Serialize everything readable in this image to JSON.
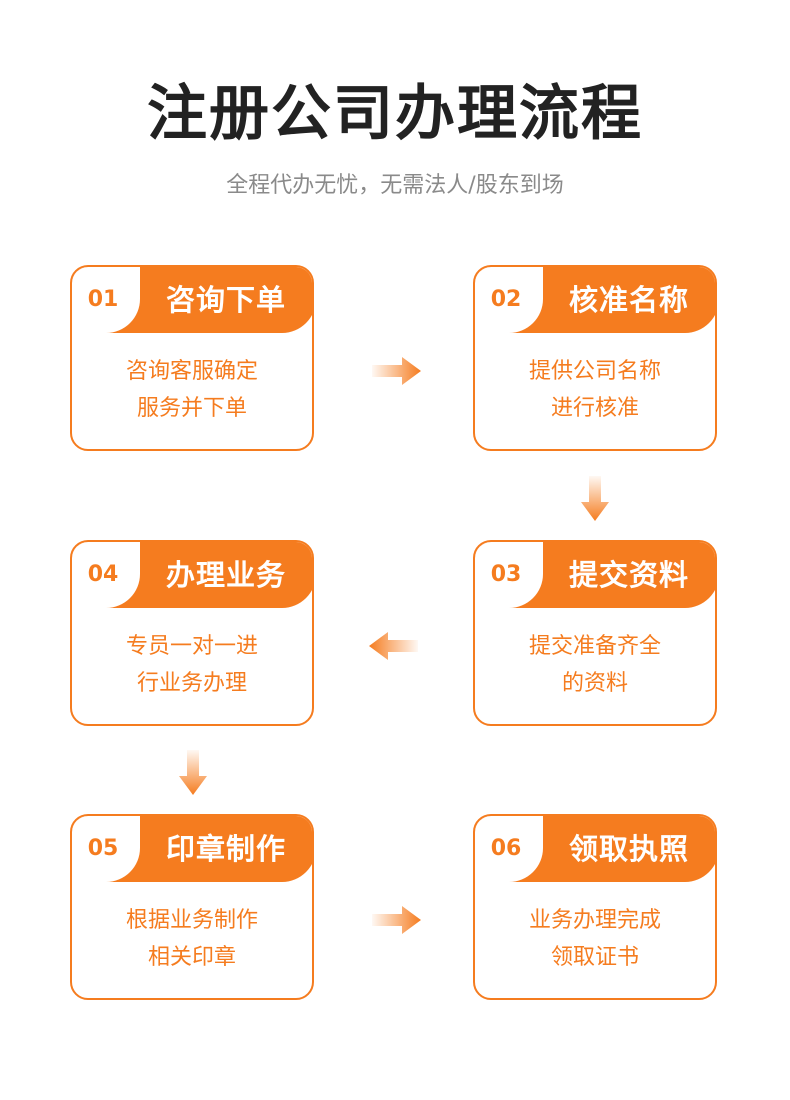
{
  "title": "注册公司办理流程",
  "subtitle": "全程代办无忧，无需法人/股东到场",
  "colors": {
    "accent": "#f57c1f",
    "title": "#222222",
    "subtitle": "#8a8a8a"
  },
  "steps": [
    {
      "num": "01",
      "title": "咨询下单",
      "desc": [
        "咨询客服确定",
        "服务并下单"
      ]
    },
    {
      "num": "02",
      "title": "核准名称",
      "desc": [
        "提供公司名称",
        "进行核准"
      ]
    },
    {
      "num": "03",
      "title": "提交资料",
      "desc": [
        "提交准备齐全",
        "的资料"
      ]
    },
    {
      "num": "04",
      "title": "办理业务",
      "desc": [
        "专员一对一进",
        "行业务办理"
      ]
    },
    {
      "num": "05",
      "title": "印章制作",
      "desc": [
        "根据业务制作",
        "相关印章"
      ]
    },
    {
      "num": "06",
      "title": "领取执照",
      "desc": [
        "业务办理完成",
        "领取证书"
      ]
    }
  ]
}
